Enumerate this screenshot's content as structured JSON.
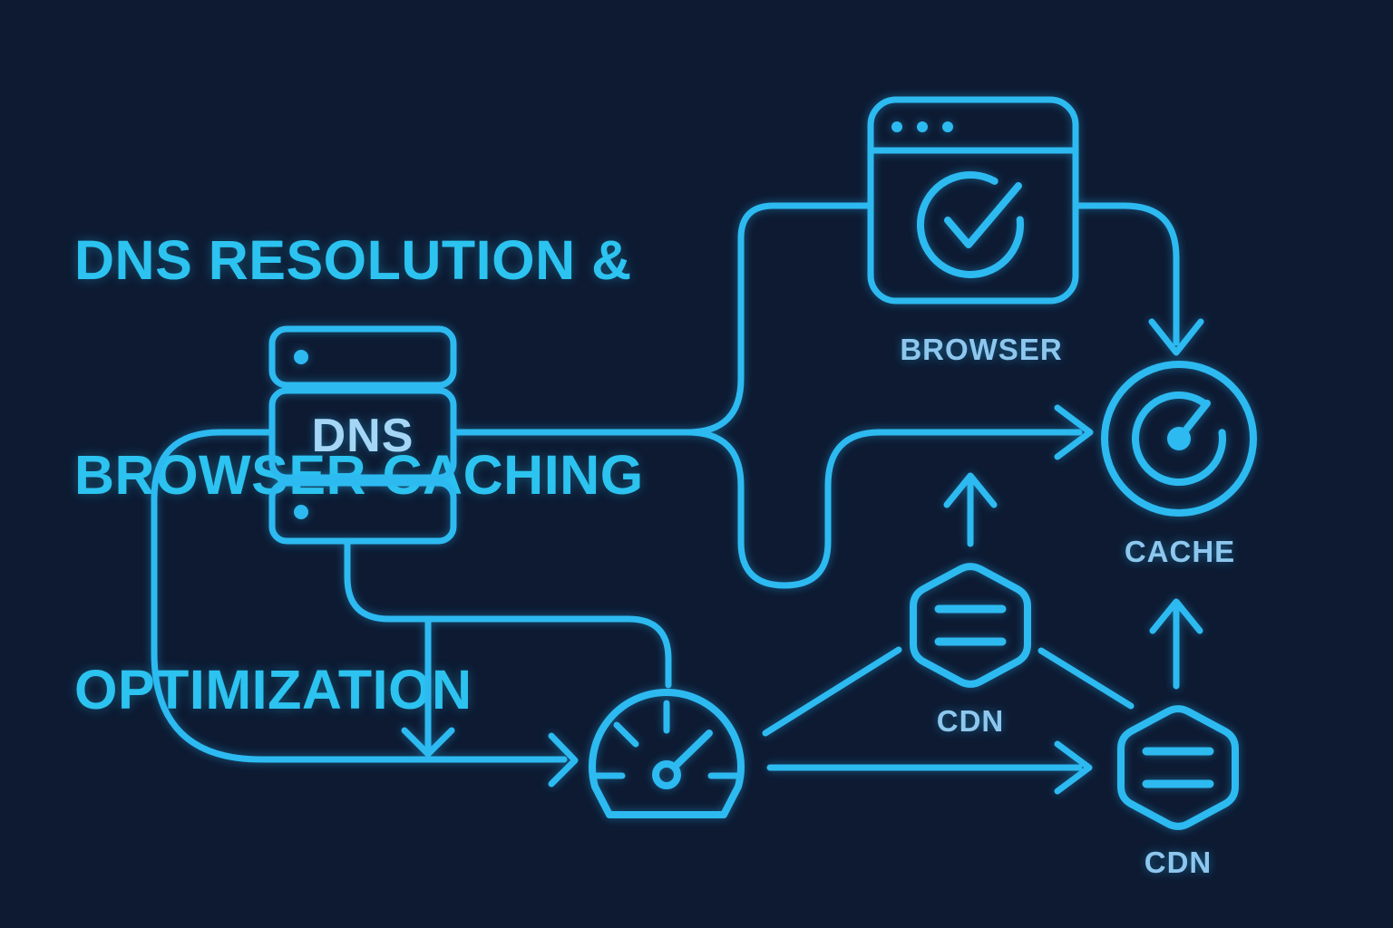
{
  "title": {
    "lines": [
      "DNS RESOLUTION &",
      "BROWSER CACHING",
      "OPTIMIZATION"
    ]
  },
  "nodes": {
    "dns": {
      "label": "DNS",
      "icon": "server-stack-icon"
    },
    "browser": {
      "label": "BROWSER",
      "icon": "browser-window-check-icon"
    },
    "cache": {
      "label": "CACHE",
      "icon": "dial-gauge-icon"
    },
    "cdn_top": {
      "label": "CDN",
      "icon": "hexagon-equals-icon"
    },
    "cdn_bottom": {
      "label": "CDN",
      "icon": "hexagon-equals-icon"
    },
    "speedometer": {
      "label": "",
      "icon": "speedometer-icon"
    }
  },
  "connections": [
    {
      "from": "dns",
      "to": "browser",
      "arrow": false,
      "route": "up-then-right"
    },
    {
      "from": "dns",
      "to": "cache",
      "arrow": true,
      "route": "right-with-u-dip"
    },
    {
      "from": "browser",
      "to": "cache",
      "arrow": true,
      "route": "right-then-down"
    },
    {
      "from": "dns",
      "to": "speedometer",
      "arrow": true,
      "route": "left-loop-bottom"
    },
    {
      "from": "dns",
      "to": "speedometer",
      "arrow": true,
      "route": "bottom-drop-branch"
    },
    {
      "from": "speedometer",
      "to": "cdn_top",
      "arrow": false,
      "route": "diagonal"
    },
    {
      "from": "cdn_top",
      "to": "cache",
      "arrow": true,
      "route": "up-arrow"
    },
    {
      "from": "speedometer",
      "to": "cdn_bottom",
      "arrow": true,
      "route": "horizontal"
    },
    {
      "from": "cdn_top",
      "to": "cdn_bottom",
      "arrow": false,
      "route": "diagonal"
    },
    {
      "from": "cdn_bottom",
      "to": "cache",
      "arrow": true,
      "route": "up-arrow"
    }
  ],
  "colors": {
    "background": "#0d1a32",
    "line": "#2dbaf1",
    "title": "#2cc3f0",
    "label": "#8ec7ee",
    "dns_text": "#a5d6f6"
  }
}
